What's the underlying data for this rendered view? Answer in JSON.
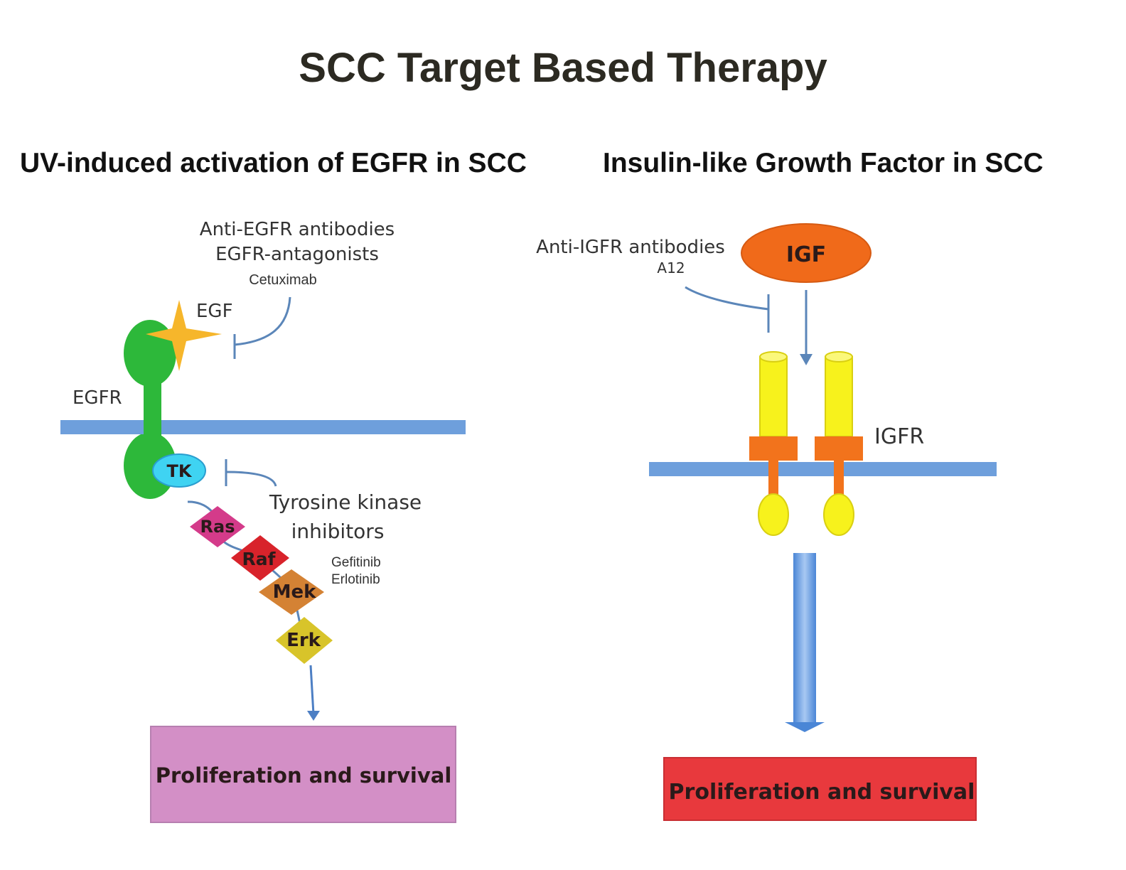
{
  "title": "SCC Target Based Therapy",
  "left_panel": {
    "heading": "UV-induced activation of EGFR in SCC",
    "drug_line1": "Anti-EGFR antibodies",
    "drug_line2": "EGFR-antagonists",
    "drug_example": "Cetuximab",
    "ligand": "EGF",
    "receptor": "EGFR",
    "kinase_domain": "TK",
    "inhibitor_line1": "Tyrosine kinase",
    "inhibitor_line2": "inhibitors",
    "inhibitor_example1": "Gefitinib",
    "inhibitor_example2": "Erlotinib",
    "cascade": [
      "Ras",
      "Raf",
      "Mek",
      "Erk"
    ],
    "outcome": "Proliferation and survival",
    "colors": {
      "receptor": "#2db83a",
      "ligand": "#f6b62b",
      "kinase": "#3fd3f2",
      "membrane": "#6e9fdc",
      "ras": "#d43b8a",
      "raf": "#d8232b",
      "mek": "#d48234",
      "erk": "#d8c42a",
      "outcome": "#d38fc6"
    }
  },
  "right_panel": {
    "heading": "Insulin-like Growth Factor in SCC",
    "drug_line1": "Anti-IGFR antibodies",
    "drug_example": "A12",
    "ligand": "IGF",
    "receptor": "IGFR",
    "outcome": "Proliferation and survival",
    "colors": {
      "ligand": "#f06a1a",
      "receptor_stalk": "#f7f21c",
      "receptor_band": "#f2731c",
      "membrane": "#6e9fdc",
      "outcome": "#e8393d"
    }
  }
}
